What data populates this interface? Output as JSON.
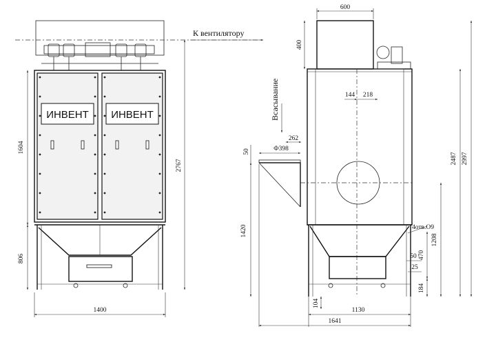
{
  "labels": {
    "to_fan": "К вентилятору",
    "suction": "Всасывание",
    "brand_left": "ИНВЕНТ",
    "brand_right": "ИНВЕНТ",
    "holes": "4отв.О9"
  },
  "front_view_dimensions": {
    "width_total": "1400",
    "height_upper": "1604",
    "height_lower": "806",
    "height_total": "2767"
  },
  "side_view_dimensions": {
    "top_width": "600",
    "top_height": "400",
    "offset_a": "144",
    "offset_b": "218",
    "inlet_offset": "262",
    "inlet_diameter": "Ф398",
    "inlet_flange": "50",
    "inlet_height": "1420",
    "height_mid": "2487",
    "height_total": "2997",
    "height_support": "1208",
    "drawer_height": "470",
    "drawer_gap": "50",
    "drawer_small": "25",
    "foot_height": "184",
    "base_height": "104",
    "width_base": "1130",
    "width_total": "1641"
  }
}
